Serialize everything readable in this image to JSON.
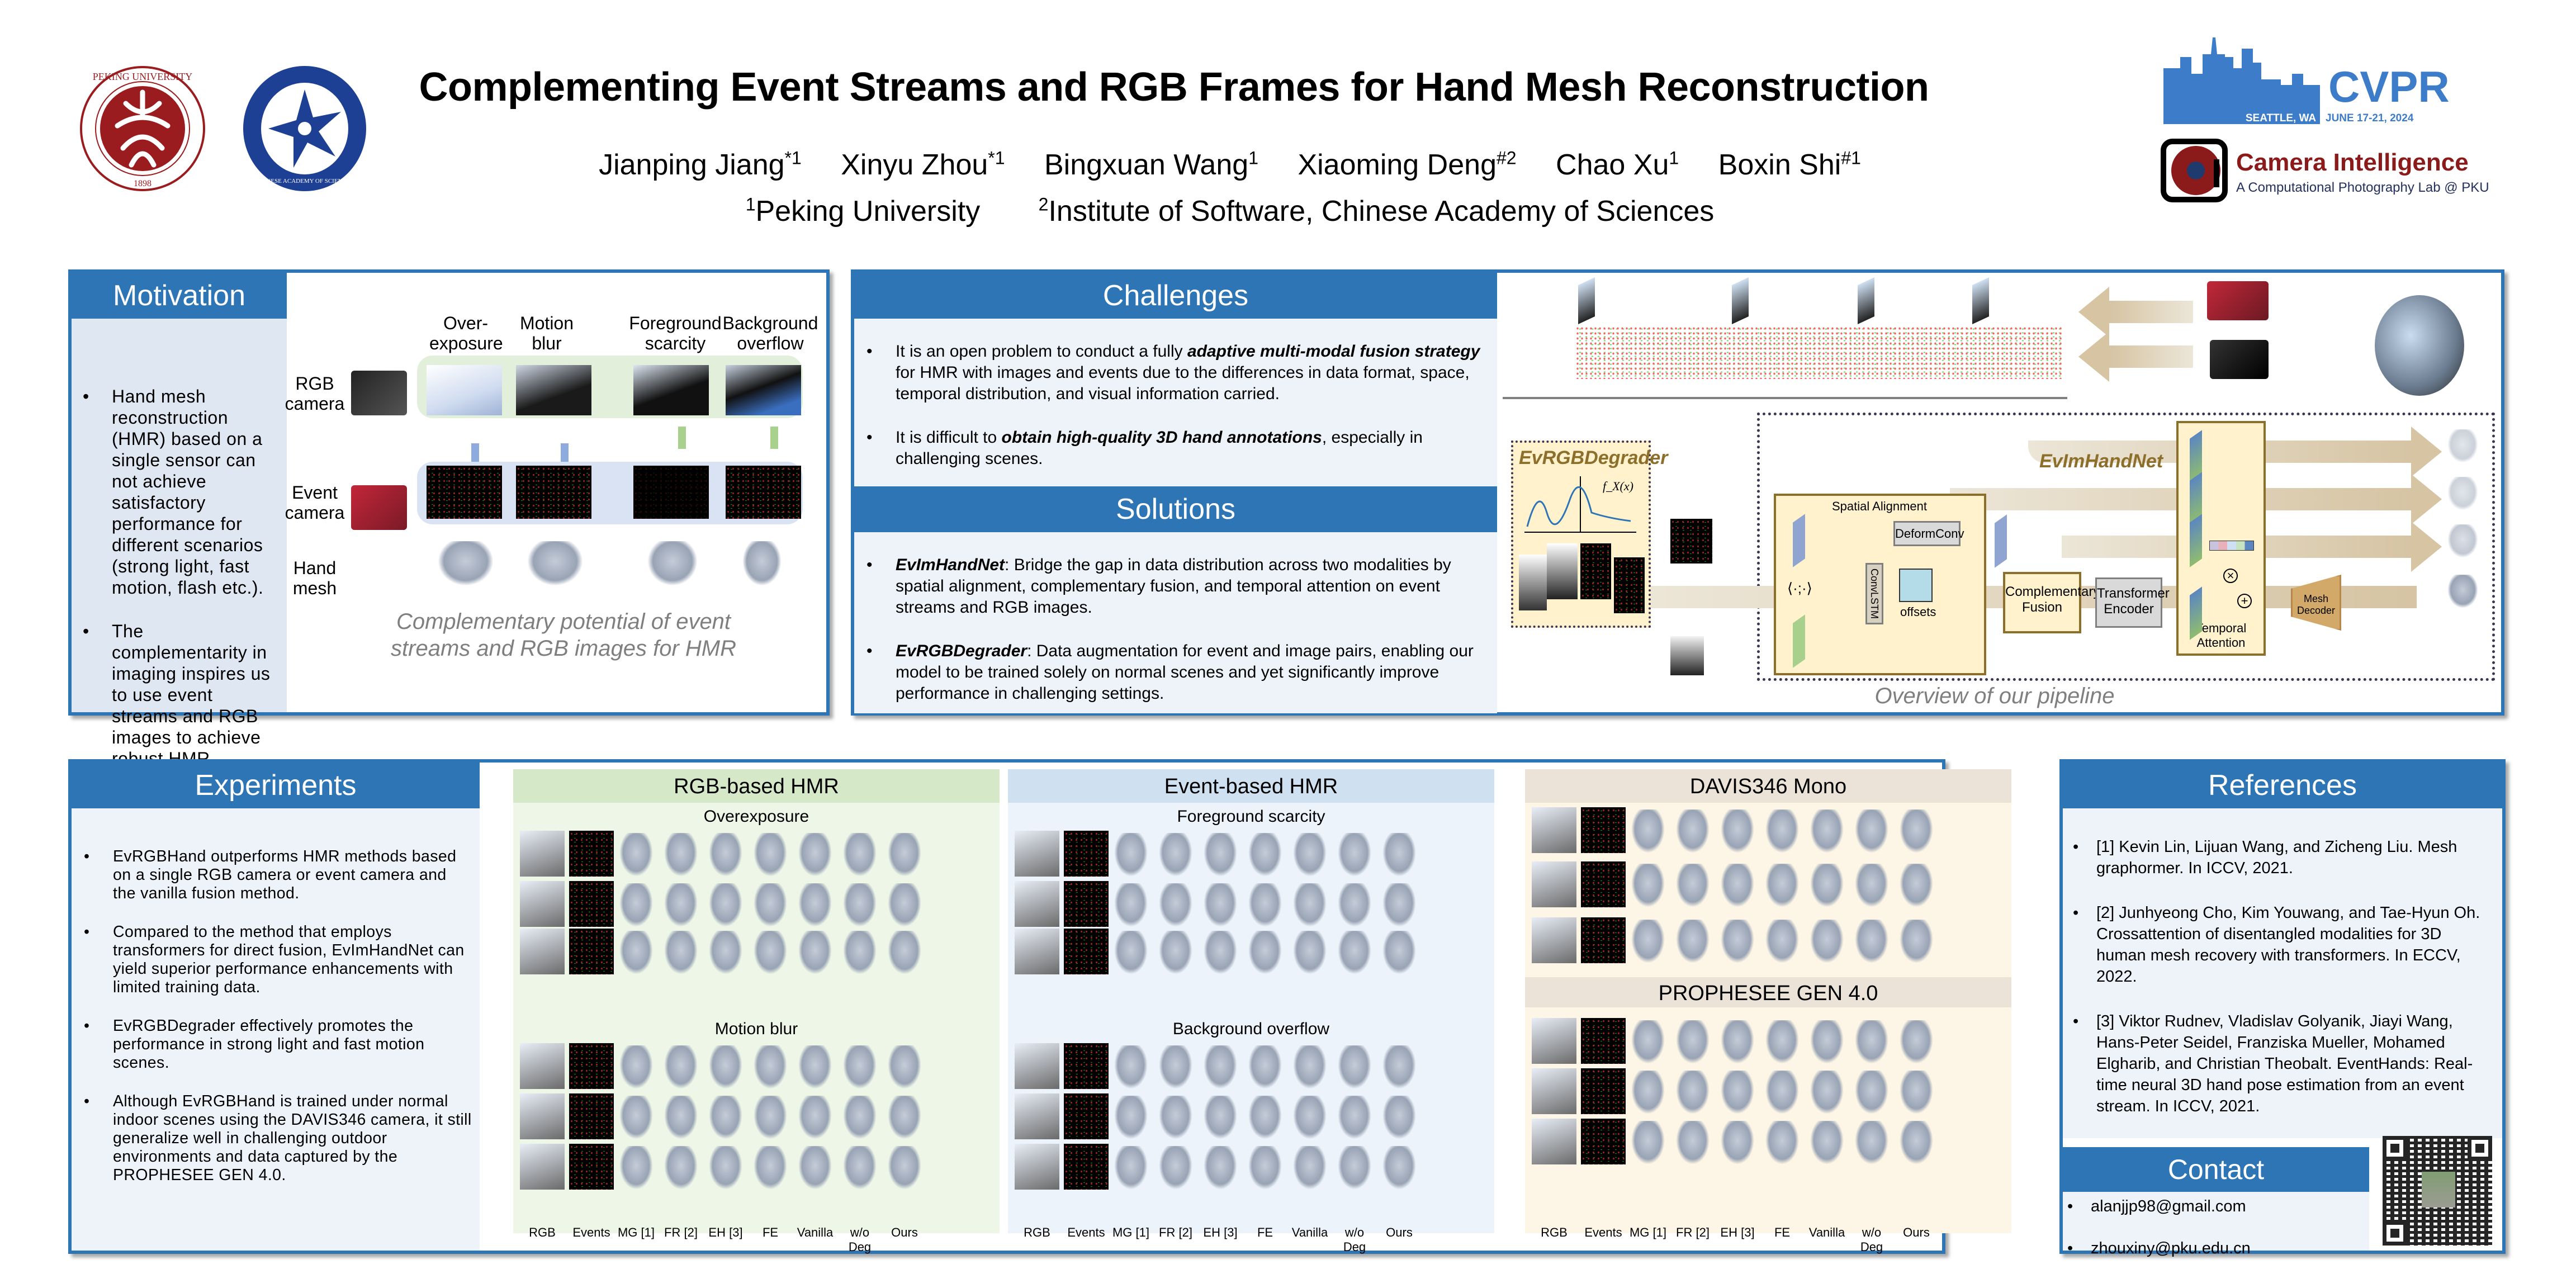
{
  "header": {
    "title": "Complementing Event Streams and RGB Frames for Hand Mesh Reconstruction",
    "authors": [
      {
        "name": "Jianping Jiang",
        "mark": "*1"
      },
      {
        "name": "Xinyu Zhou",
        "mark": "*1"
      },
      {
        "name": "Bingxuan Wang",
        "mark": "1"
      },
      {
        "name": "Xiaoming Deng",
        "mark": "#2"
      },
      {
        "name": "Chao Xu",
        "mark": "1"
      },
      {
        "name": "Boxin Shi",
        "mark": "#1"
      }
    ],
    "affiliations": [
      {
        "mark": "1",
        "name": "Peking University"
      },
      {
        "mark": "2",
        "name": "Institute of Software, Chinese Academy of Sciences"
      }
    ],
    "logos": {
      "pku": {
        "top_text": "PEKING UNIVERSITY",
        "year": "1898",
        "color": "#9b1c1f"
      },
      "cas": {
        "text": "CHINESE ACADEMY OF SCIENCES",
        "color": "#1d3f94"
      },
      "cvpr": {
        "name": "CVPR",
        "location": "SEATTLE, WA",
        "dates": "JUNE 17-21, 2024",
        "color": "#3d7cc9"
      },
      "lab": {
        "name": "Camera Intelligence",
        "subtitle": "A Computational Photography Lab @ PKU",
        "name_color": "#8b1a1a",
        "subtitle_color": "#24305e"
      }
    }
  },
  "motivation": {
    "heading": "Motivation",
    "bullets": [
      "Hand mesh reconstruction (HMR) based on a single sensor can not achieve satisfactory performance for different scenarios (strong light, fast motion, flash etc.).",
      "The complementarity in imaging inspires us to use event streams and RGB images to achieve robust HMR."
    ],
    "figure": {
      "columns": [
        "Over-\nexposure",
        "Motion\nblur",
        "Foreground\nscarcity",
        "Background\noverflow"
      ],
      "rows": [
        "RGB\ncamera",
        "Event\ncamera",
        "Hand\nmesh"
      ],
      "caption": "Complementary potential of event streams and RGB images for HMR"
    }
  },
  "challenges": {
    "heading": "Challenges",
    "bullets": [
      {
        "pre": "It is an open problem to conduct a fully ",
        "em": "adaptive multi-modal fusion strategy",
        "post": " for HMR with images and events due to the differences in data format, space, temporal distribution, and visual information carried."
      },
      {
        "pre": "It is difficult to ",
        "em": "obtain high-quality 3D hand annotations",
        "post": ", especially in challenging scenes."
      }
    ]
  },
  "solutions": {
    "heading": "Solutions",
    "bullets": [
      {
        "em": "EvImHandNet",
        "post": ": Bridge the gap in data distribution across two modalities by spatial alignment, complementary fusion, and temporal attention on event streams and RGB images."
      },
      {
        "em": "EvRGBDegrader",
        "post": ": Data augmentation for event and image pairs, enabling our model to be trained solely on normal scenes and yet significantly improve performance in challenging settings."
      }
    ]
  },
  "pipeline": {
    "degrader_label": "EvRGBDegrader",
    "formula": "f_X(x)",
    "net_label": "EvImHandNet",
    "spatial_alignment": "Spatial Alignment",
    "deformconv": "DeformConv",
    "convlstm": "ConvLSTM",
    "offsets": "offsets",
    "inner_product": "⟨·;·⟩",
    "complementary_fusion": "Complementary Fusion",
    "transformer_encoder": "Transformer Encoder",
    "temporal_attention": "Temporal Attention",
    "mesh_decoder": "Mesh Decoder",
    "caption": "Overview of our pipeline"
  },
  "experiments": {
    "heading": "Experiments",
    "bullets": [
      "EvRGBHand outperforms HMR methods based on a single RGB camera or event camera and the vanilla fusion method.",
      "Compared to  the method that employs transformers for direct fusion, EvImHandNet can yield superior performance enhancements with limited training data.",
      "EvRGBDegrader effectively promotes the performance in strong light and fast motion scenes.",
      "Although EvRGBHand is trained under normal indoor scenes using the DAVIS346 camera, it still generalize well in challenging outdoor environments and data captured by the PROPHESEE GEN 4.0."
    ],
    "groups": [
      {
        "title": "RGB-based HMR",
        "subs": [
          "Overexposure",
          "Motion blur"
        ],
        "head_color": "#d5e8c8",
        "body_color": "#eef6e8"
      },
      {
        "title": "Event-based HMR",
        "subs": [
          "Foreground scarcity",
          "Background overflow"
        ],
        "head_color": "#cfe0f1",
        "body_color": "#edf3fa"
      },
      {
        "title": "DAVIS346 Mono",
        "subs": [
          "PROPHESEE GEN 4.0"
        ],
        "head_color": "#ebe3d7",
        "body_color": "#fdf6e6"
      }
    ],
    "column_labels": [
      "RGB",
      "Events",
      "MG [1]",
      "FR [2]",
      "EH [3]",
      "FE",
      "Vanilla",
      "w/o Deg",
      "Ours"
    ]
  },
  "references": {
    "heading": "References",
    "items": [
      "[1] Kevin Lin, Lijuan Wang, and Zicheng Liu. Mesh graphormer. In ICCV, 2021.",
      "[2] Junhyeong Cho, Kim Youwang, and Tae-Hyun Oh. Crossattention of disentangled modalities for 3D human mesh recovery with transformers. In ECCV, 2022.",
      "[3] Viktor Rudnev, Vladislav Golyanik, Jiayi Wang, Hans-Peter Seidel, Franziska Mueller, Mohamed Elgharib, and Christian Theobalt. EventHands: Real-time neural 3D hand pose estimation from an event stream. In ICCV, 2021."
    ]
  },
  "contact": {
    "heading": "Contact",
    "emails": [
      "alanjjp98@gmail.com",
      "zhouxiny@pku.edu.cn"
    ]
  },
  "theme": {
    "panel_blue": "#2e75b6",
    "red_box": "#ee0000"
  }
}
